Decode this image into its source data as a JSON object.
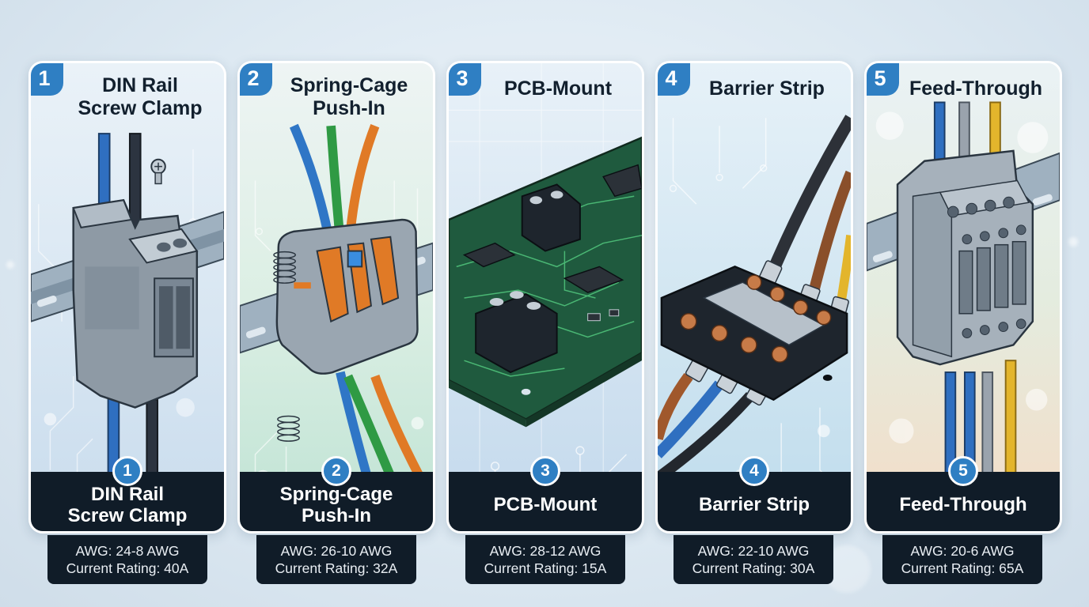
{
  "theme": {
    "accent": "#2f7fc3",
    "panel_dark": "#101c28",
    "title_text": "#12202e",
    "card_border": "#ffffff"
  },
  "cards": [
    {
      "number": "1",
      "title": "DIN Rail\nScrew Clamp",
      "title_line1": "DIN Rail",
      "title_line2": "Screw Clamp",
      "awg": "AWG: 24-8 AWG",
      "current": "Current Rating: 40A",
      "illustration": "din-rail-screw-clamp-terminal",
      "wire_colors": [
        "#2f6fc0",
        "#2c3440"
      ]
    },
    {
      "number": "2",
      "title_line1": "Spring-Cage",
      "title_line2": "Push-In",
      "awg": "AWG: 26-10 AWG",
      "current": "Current Rating: 32A",
      "illustration": "spring-cage-push-in-connector",
      "wire_colors": [
        "#2f76c6",
        "#2f9a44",
        "#e07a26"
      ]
    },
    {
      "number": "3",
      "title_line1": "PCB-Mount",
      "title_line2": "",
      "awg": "AWG: 28-12 AWG",
      "current": "Current Rating: 15A",
      "illustration": "pcb-mount-terminal-block",
      "wire_colors": []
    },
    {
      "number": "4",
      "title_line1": "Barrier Strip",
      "title_line2": "",
      "awg": "AWG: 22-10 AWG",
      "current": "Current Rating: 30A",
      "illustration": "barrier-strip-terminal",
      "wire_colors": [
        "#2d3138",
        "#8a4f2a",
        "#e3b52c",
        "#a0582c",
        "#2f6fc0",
        "#23272d"
      ]
    },
    {
      "number": "5",
      "title_line1": "Feed-Through",
      "title_line2": "",
      "awg": "AWG: 20-6 AWG",
      "current": "Current Rating: 65A",
      "illustration": "feed-through-terminal-block",
      "wire_colors": [
        "#2f6fc0",
        "#9aa3ad",
        "#e3b52c"
      ]
    }
  ]
}
